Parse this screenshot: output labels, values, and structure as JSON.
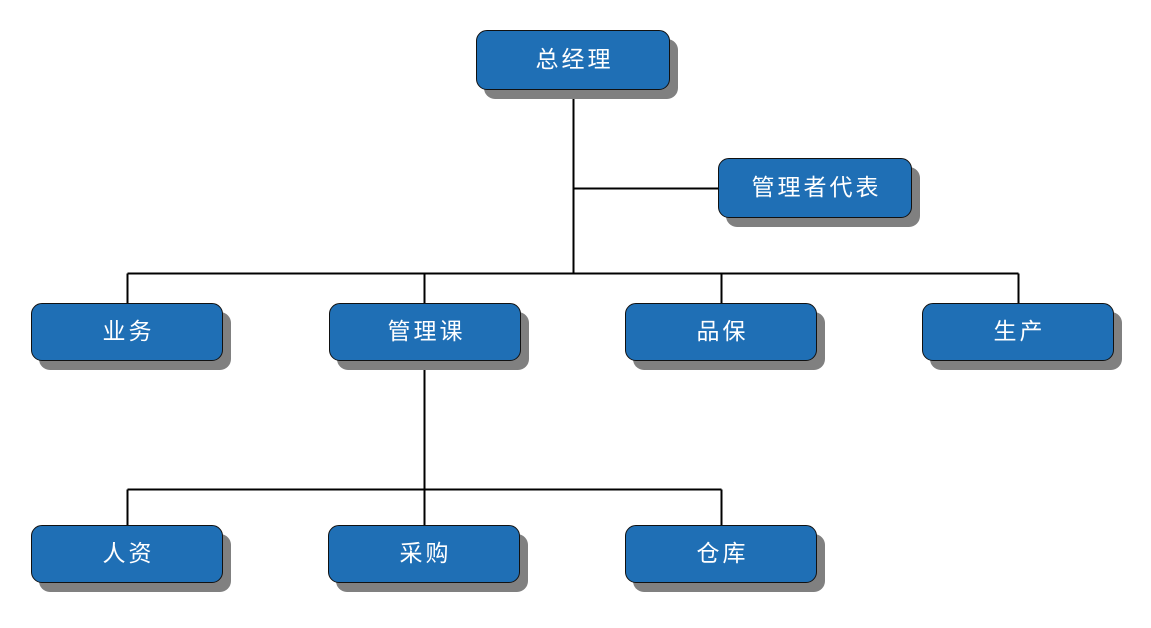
{
  "diagram": {
    "type": "organization-chart",
    "title": "",
    "node_fill_color": "#1F6FB5",
    "node_border_color": "#111111",
    "node_shadow_color": "#808080",
    "node_text_color": "#FFFFFF",
    "connector_color": "#000000",
    "background_color": "#FFFFFF",
    "levels": [
      {
        "level": 1,
        "nodes": [
          {
            "id": "ceo",
            "label": "总经理"
          }
        ]
      },
      {
        "level": 1.5,
        "nodes": [
          {
            "id": "mgmt_rep",
            "label": "管理者代表"
          }
        ]
      },
      {
        "level": 2,
        "nodes": [
          {
            "id": "business",
            "label": "业务"
          },
          {
            "id": "mgmt_section",
            "label": "管理课"
          },
          {
            "id": "quality",
            "label": "品保"
          },
          {
            "id": "production",
            "label": "生产"
          }
        ]
      },
      {
        "level": 3,
        "nodes": [
          {
            "id": "hr",
            "label": "人资"
          },
          {
            "id": "purchasing",
            "label": "采购"
          },
          {
            "id": "warehouse",
            "label": "仓库"
          }
        ]
      }
    ],
    "edges": [
      {
        "from": "ceo",
        "to": "mgmt_rep"
      },
      {
        "from": "ceo",
        "to": "business"
      },
      {
        "from": "ceo",
        "to": "mgmt_section"
      },
      {
        "from": "ceo",
        "to": "quality"
      },
      {
        "from": "ceo",
        "to": "production"
      },
      {
        "from": "mgmt_section",
        "to": "hr"
      },
      {
        "from": "mgmt_section",
        "to": "purchasing"
      },
      {
        "from": "mgmt_section",
        "to": "warehouse"
      }
    ]
  }
}
